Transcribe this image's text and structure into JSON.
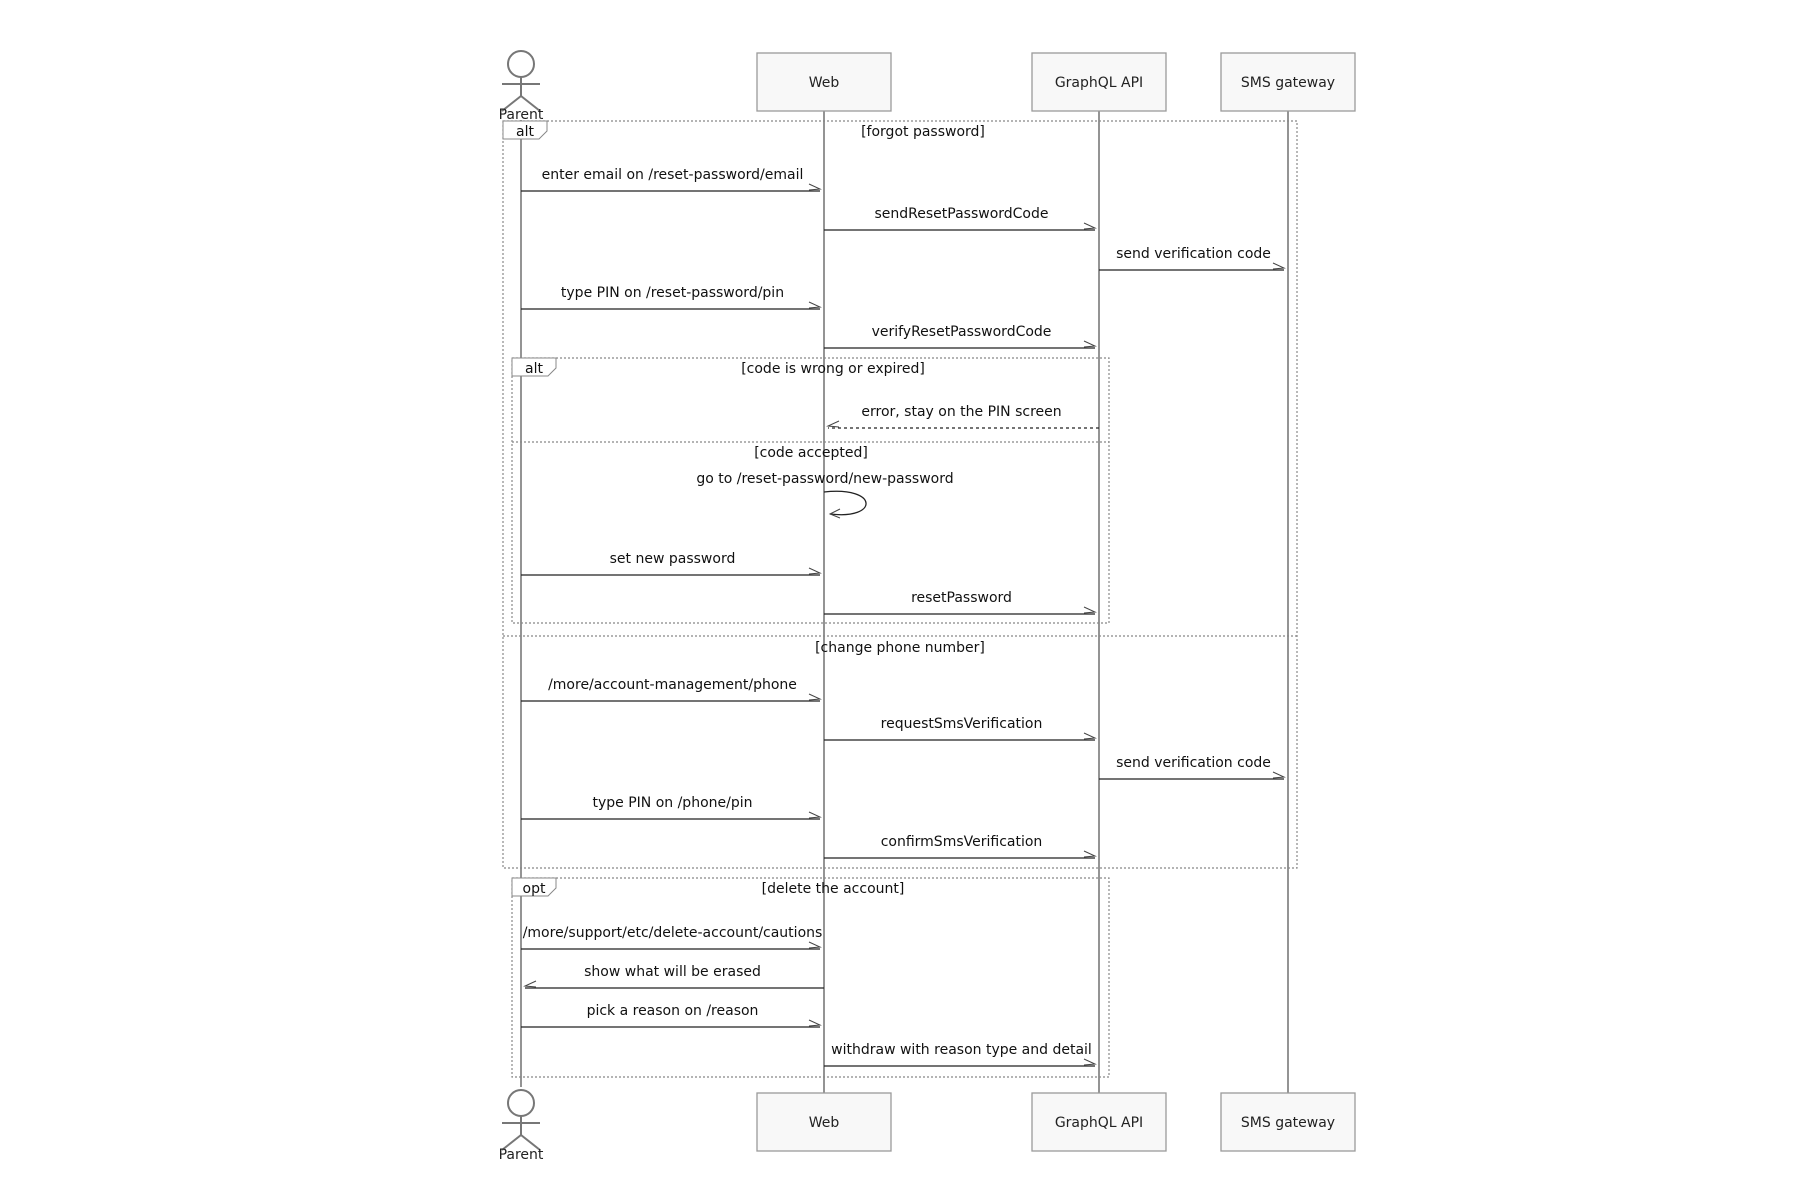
{
  "participants": {
    "parent": "Parent",
    "web": "Web",
    "api": "GraphQL API",
    "sms": "SMS gateway"
  },
  "fragments": {
    "outer_alt": {
      "keyword": "alt",
      "cond1": "[forgot password]",
      "cond2": "[change phone number]"
    },
    "inner_alt": {
      "keyword": "alt",
      "cond1": "[code is wrong or expired]",
      "cond2": "[code accepted]"
    },
    "opt": {
      "keyword": "opt",
      "cond1": "[delete the account]"
    }
  },
  "messages": [
    {
      "from": "parent",
      "to": "web",
      "label": "enter email on /reset-password/email",
      "style": "solid"
    },
    {
      "from": "web",
      "to": "api",
      "label": "sendResetPasswordCode",
      "style": "solid"
    },
    {
      "from": "api",
      "to": "sms",
      "label": "send verification code",
      "style": "solid"
    },
    {
      "from": "parent",
      "to": "web",
      "label": "type PIN on /reset-password/pin",
      "style": "solid"
    },
    {
      "from": "web",
      "to": "api",
      "label": "verifyResetPasswordCode",
      "style": "solid"
    },
    {
      "from": "api",
      "to": "web",
      "label": "error, stay on the PIN screen",
      "style": "dashed"
    },
    {
      "from": "web",
      "to": "web",
      "label": "go to /reset-password/new-password",
      "style": "solid"
    },
    {
      "from": "parent",
      "to": "web",
      "label": "set new password",
      "style": "solid"
    },
    {
      "from": "web",
      "to": "api",
      "label": "resetPassword",
      "style": "solid"
    },
    {
      "from": "parent",
      "to": "web",
      "label": "/more/account-management/phone",
      "style": "solid"
    },
    {
      "from": "web",
      "to": "api",
      "label": "requestSmsVerification",
      "style": "solid"
    },
    {
      "from": "api",
      "to": "sms",
      "label": "send verification code",
      "style": "solid"
    },
    {
      "from": "parent",
      "to": "web",
      "label": "type PIN on /phone/pin",
      "style": "solid"
    },
    {
      "from": "web",
      "to": "api",
      "label": "confirmSmsVerification",
      "style": "solid"
    },
    {
      "from": "parent",
      "to": "web",
      "label": "/more/support/etc/delete-account/cautions",
      "style": "solid"
    },
    {
      "from": "web",
      "to": "parent",
      "label": "show what will be erased",
      "style": "solid"
    },
    {
      "from": "parent",
      "to": "web",
      "label": "pick a reason on /reason",
      "style": "solid"
    },
    {
      "from": "web",
      "to": "api",
      "label": "withdraw with reason type and detail",
      "style": "solid"
    }
  ]
}
